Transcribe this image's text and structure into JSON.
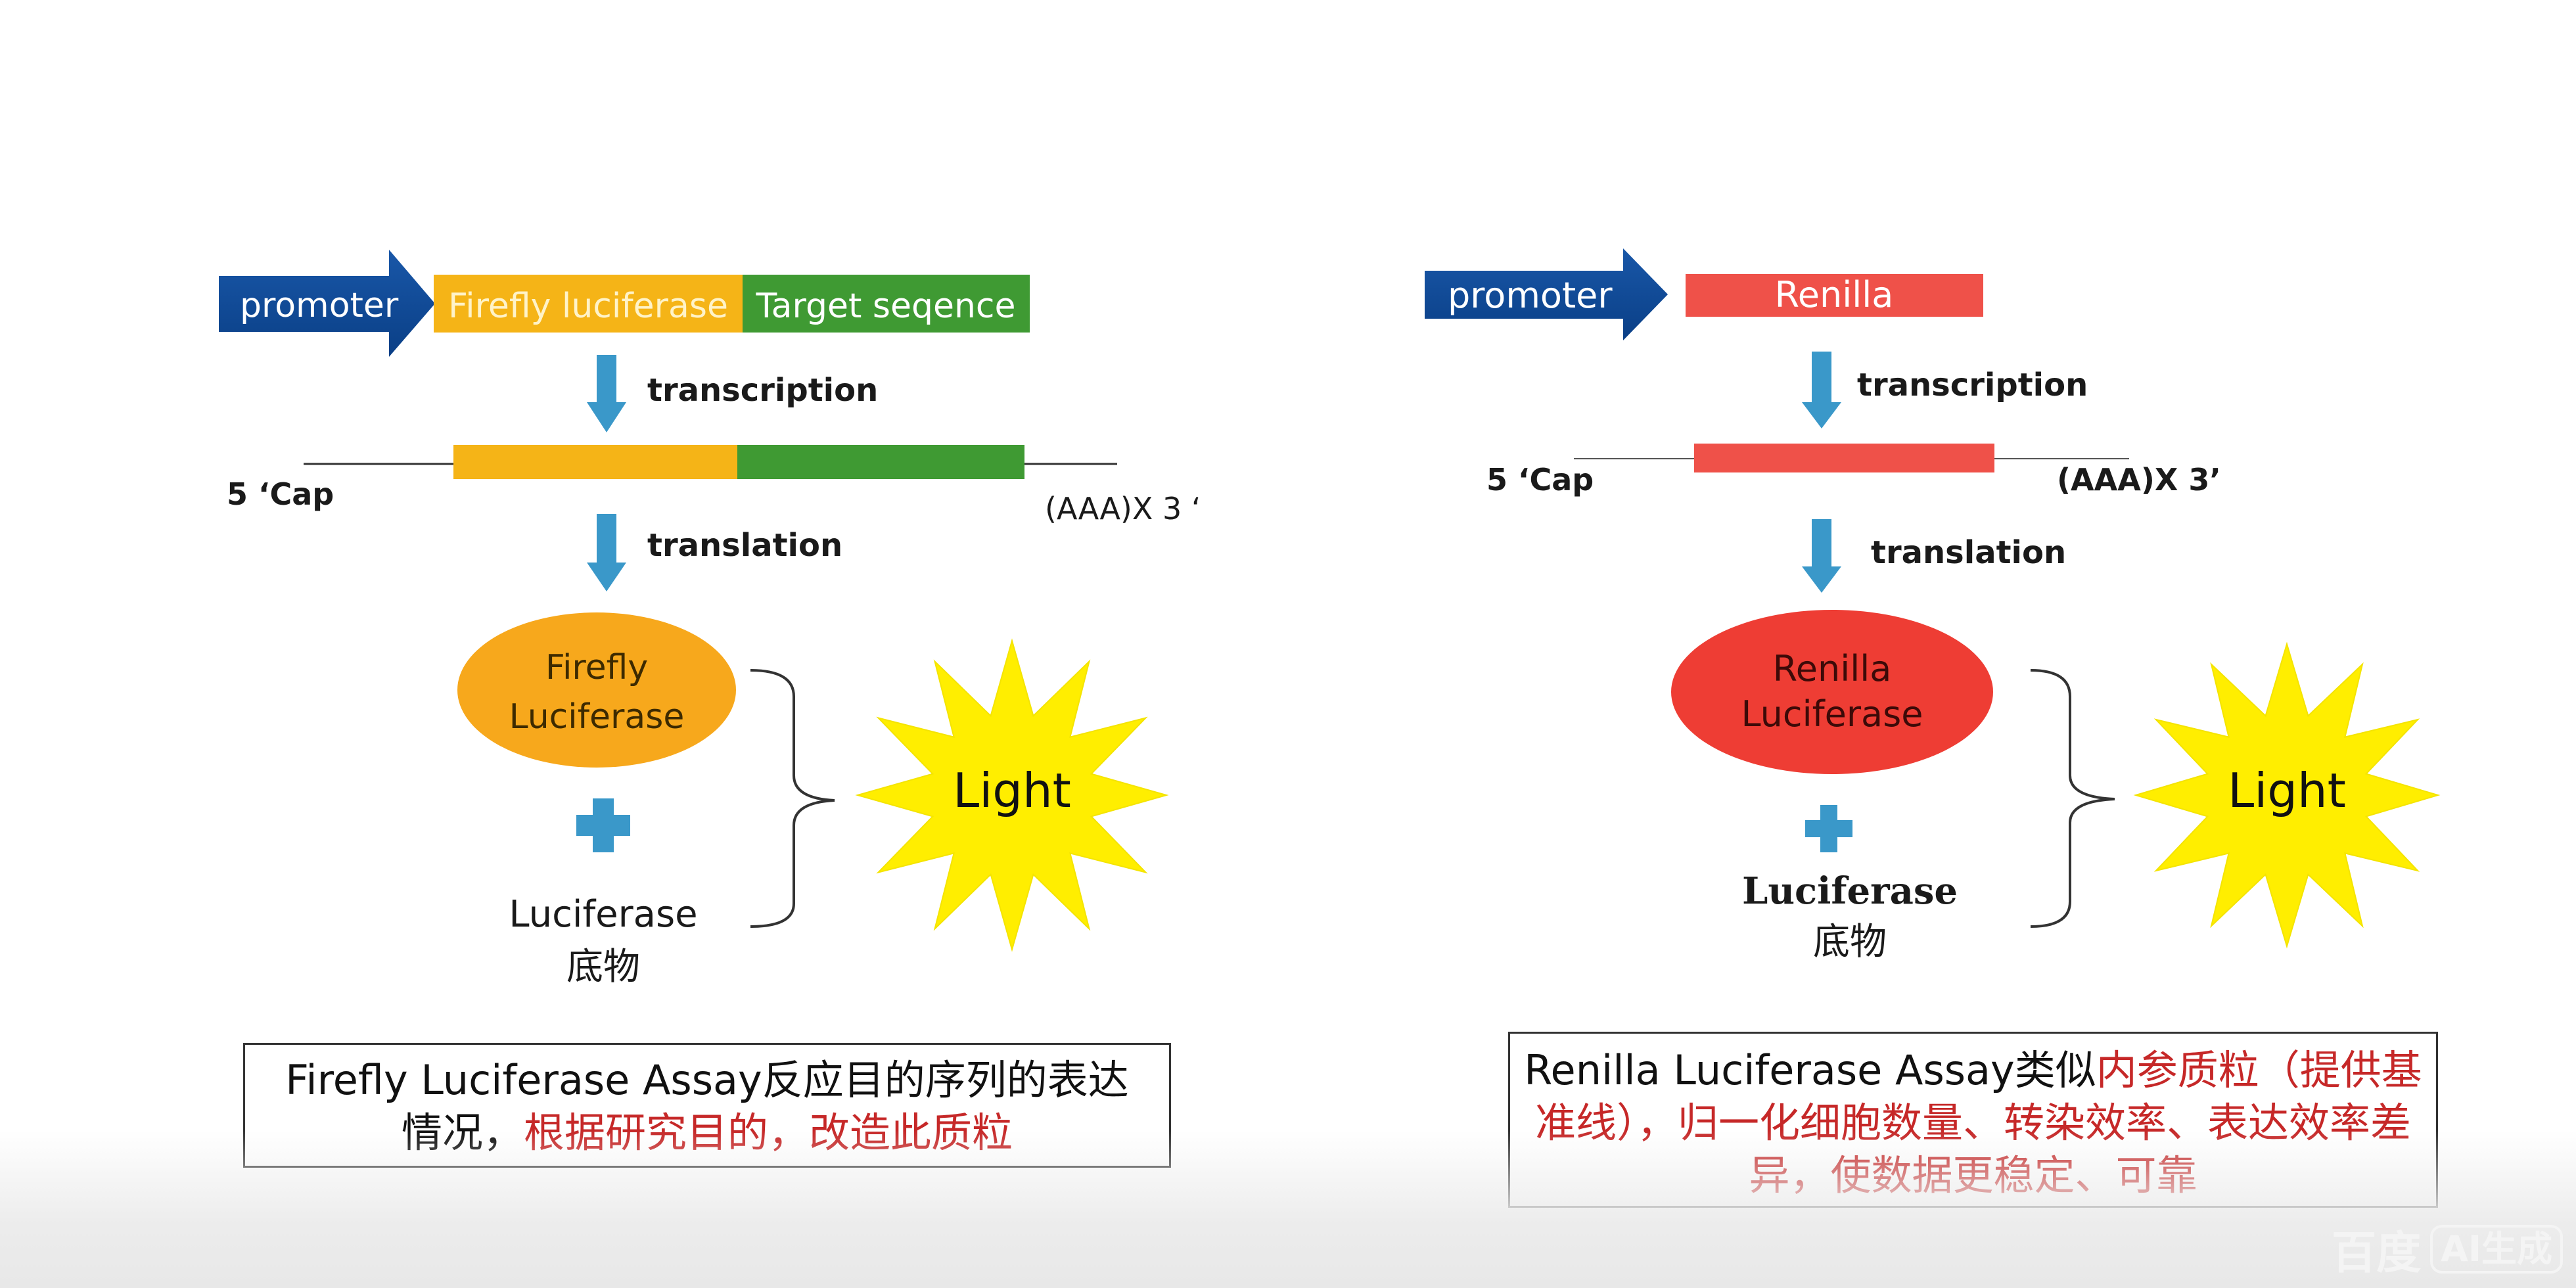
{
  "left": {
    "promoter_label": "promoter",
    "gene_label": "Firefly luciferase",
    "target_label": "Target seqence",
    "transcription_label": "transcription",
    "cap_label": "5 ‘Cap",
    "polya_label": "(AAA)X 3 ‘",
    "translation_label": "translation",
    "enzyme_line1": "Firefly",
    "enzyme_line2": "Luciferase",
    "substrate_line1": "Luciferase",
    "substrate_line2": "底物",
    "light_label": "Light",
    "caption_line1": "Firefly Luciferase Assay反应目的序列的表达",
    "caption_line2_black": "情况，",
    "caption_line2_red": "根据研究目的，改造此质粒"
  },
  "right": {
    "promoter_label": "promoter",
    "gene_label": "Renilla",
    "transcription_label": "transcription",
    "cap_label": "5 ‘Cap",
    "polya_label": "(AAA)X 3’",
    "translation_label": "translation",
    "enzyme_line1": "Renilla",
    "enzyme_line2": "Luciferase",
    "substrate_line1": "Luciferase",
    "substrate_line2": "底物",
    "light_label": "Light",
    "caption_black": "Renilla Luciferase Assay类似",
    "caption_red": "内参质粒（提供基准线），归一化细胞数量、转染效率、表达效率差异，使数据更稳定、可靠"
  },
  "watermark": {
    "brand": "百度",
    "badge": "AI生成"
  },
  "colors": {
    "promoter_blue": "#0d4c9a",
    "firefly_orange": "#f5b417",
    "target_green": "#3f9a33",
    "renilla_red": "#ef5149",
    "arrow_blue": "#3a98c9",
    "star_yellow": "#ffee00",
    "firefly_ellipse": "#f7a81c",
    "renilla_ellipse": "#ee3d34",
    "caption_red": "#c62828"
  }
}
